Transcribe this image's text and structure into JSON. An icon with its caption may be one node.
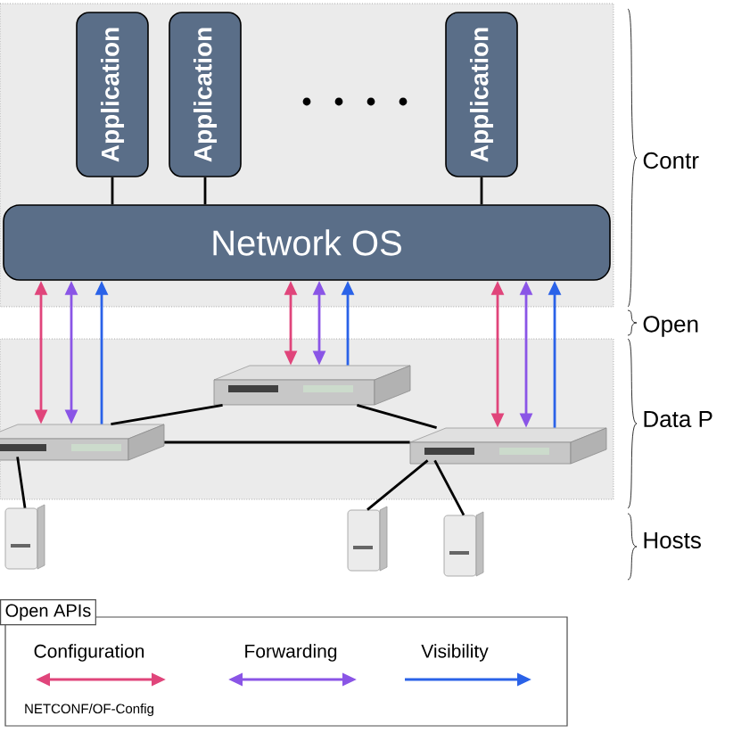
{
  "diagram": {
    "nodes": [
      {
        "text": [
          "Application"
        ]
      },
      {
        "text": [
          "Application"
        ]
      },
      {
        "text": [
          "Application"
        ]
      },
      {
        "text": [
          "Network OS"
        ]
      },
      {
        "text": [],
        "shape": "picture"
      },
      {
        "text": [],
        "shape": "picture"
      },
      {
        "text": [],
        "shape": "picture"
      },
      {
        "text": [],
        "shape": "picture"
      },
      {
        "text": [],
        "shape": "picture"
      },
      {
        "text": [],
        "shape": "picture"
      }
    ],
    "edges": [
      {
        "from": 0,
        "to": 3,
        "arrow": "none"
      },
      {
        "from": 1,
        "to": 3,
        "arrow": "none"
      },
      {
        "from": 2,
        "to": 3,
        "arrow": "none"
      },
      {
        "from": 3,
        "to": 4,
        "arrow": "both",
        "color": "#e0457b"
      },
      {
        "from": 3,
        "to": 4,
        "arrow": "both",
        "color": "#8a55e6"
      },
      {
        "from": 4,
        "to": 3,
        "arrow": "to",
        "color": "#2a62e8"
      },
      {
        "from": 3,
        "to": 5,
        "arrow": "both",
        "color": "#e0457b"
      },
      {
        "from": 3,
        "to": 5,
        "arrow": "both",
        "color": "#8a55e6"
      },
      {
        "from": 5,
        "to": 3,
        "arrow": "to",
        "color": "#2a62e8"
      },
      {
        "from": 3,
        "to": 6,
        "arrow": "both",
        "color": "#e0457b"
      },
      {
        "from": 3,
        "to": 6,
        "arrow": "both",
        "color": "#8a55e6"
      },
      {
        "from": 6,
        "to": 3,
        "arrow": "to",
        "color": "#2a62e8"
      },
      {
        "from": 4,
        "to": 5,
        "arrow": "none"
      },
      {
        "from": 5,
        "to": 6,
        "arrow": "none"
      },
      {
        "from": 4,
        "to": 6,
        "arrow": "none"
      },
      {
        "from": 4,
        "to": 7,
        "arrow": "none"
      },
      {
        "from": 6,
        "to": 8,
        "arrow": "none"
      },
      {
        "from": 6,
        "to": 9,
        "arrow": "none"
      }
    ],
    "labels": [
      "Contr",
      "Open",
      "Data P",
      "Hosts",
      "Open APIs",
      "NETCONF/OF-Config"
    ],
    "legend": [
      {
        "text": "Configuration"
      },
      {
        "text": "Forwarding"
      },
      {
        "text": "Visibility"
      }
    ]
  }
}
